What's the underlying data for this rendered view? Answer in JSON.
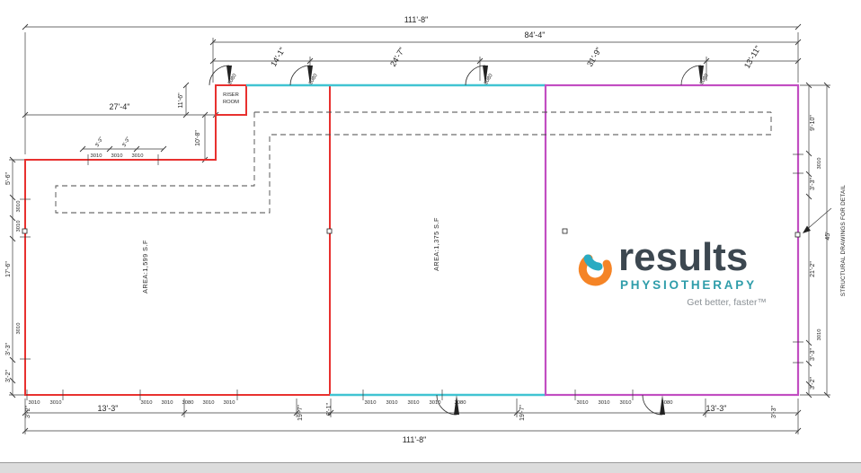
{
  "plan": {
    "rooms": {
      "riser_line1": "RISER",
      "riser_line2": "ROOM",
      "area_left": "AREA:1,599 S.F",
      "area_middle": "AREA:1,375 S.F"
    },
    "note": "STRUCTURAL DRAWINGS FOR DETAIL",
    "openings": {
      "door": "3080",
      "window": "3010"
    },
    "dimensions": {
      "overall_width": "111'-8\"",
      "top_span": "84'-4\"",
      "top_seg_1": "14'-1\"",
      "top_seg_2": "24'-7\"",
      "top_seg_3": "31'-9\"",
      "top_seg_4": "13'-11\"",
      "left_step_width": "27'-4\"",
      "left_step_h1": "11'-6\"",
      "left_step_h2": "10'-8\"",
      "left_seg_1": "5'-6\"",
      "left_seg_2": "17'-6\"",
      "right_seg_1": "9'-10\"",
      "right_seg_2": "21'-2\"",
      "right_overall": "45'",
      "bottom_seg_1": "13'-3\"",
      "bottom_seg_2": "19'-7\"",
      "bottom_seg_3": "8'-1\"",
      "small_3_3": "3'-3\"",
      "small_3_2": "3'-2\""
    },
    "colors": {
      "unit_left_outline": "#e8312f",
      "unit_mid_top_outline": "#40c4d2",
      "unit_right_outline": "#c24ec2",
      "dimension_lines": "#3a3a3a"
    }
  },
  "logo": {
    "brand": "results",
    "sub": "PHYSIOTHERAPY",
    "tagline": "Get better, faster™",
    "colors": {
      "brand_text": "#3c4750",
      "sub_text": "#2f9daa",
      "tagline_text": "#8b9196",
      "swirl_orange": "#f58426",
      "swirl_blue": "#2aabc2"
    }
  }
}
